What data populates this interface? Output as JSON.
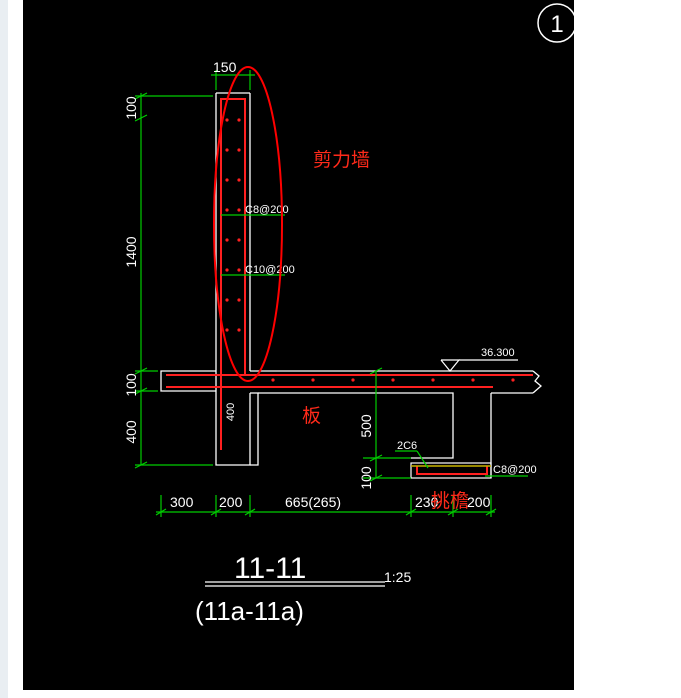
{
  "drawing": {
    "sheet_number": "1",
    "dimensions": {
      "top_width": "150",
      "wall_top": "100",
      "wall_height": "1400",
      "slab_thk": "100",
      "wall_below": "400",
      "wall_inner": "400",
      "beam_depth": "500",
      "ledge_thk": "100",
      "bottom_1": "300",
      "bottom_2": "200",
      "bottom_3": "665(265)",
      "bottom_4": "230",
      "bottom_5": "200"
    },
    "rebar": {
      "wall_horizontal": "C8@200",
      "wall_vertical": "C10@200",
      "ledge_bars": "2C6",
      "ledge_stirrup": "C8@200"
    },
    "elevation": "36.300",
    "annotations": {
      "shear_wall": "剪力墙",
      "slab": "板",
      "cantilever": "挑檐"
    },
    "title": {
      "section": "11-11",
      "scale": "1:25",
      "alt_section": "(11a-11a)"
    },
    "colors": {
      "background": "#000000",
      "outline": "#ffffff",
      "dimension": "#00cc00",
      "rebar": "#ff2020",
      "annotation": "#ff2a1a",
      "highlight": "#ff0000",
      "ledge_fill": "#c8b400"
    }
  }
}
